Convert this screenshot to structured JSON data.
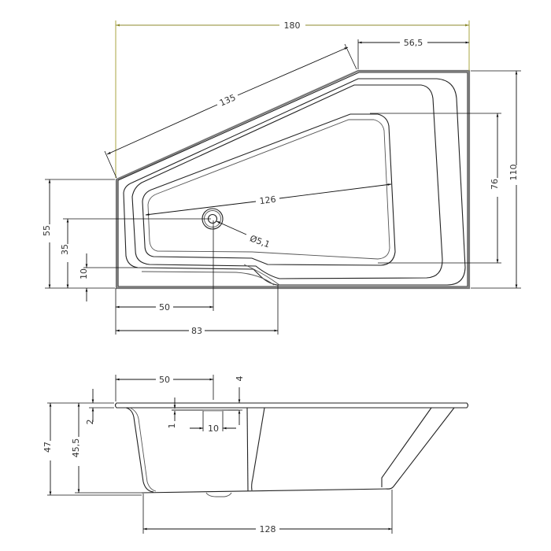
{
  "drawing": {
    "title": "Corner bathtub dimensional drawing",
    "colors": {
      "line": "#222222",
      "dimension": "#111111",
      "overall_dimension": "#8c8a2e",
      "background": "#ffffff"
    }
  },
  "top_view": {
    "overall_length": "180",
    "short_top_edge": "56,5",
    "angled_edge": "135",
    "overall_width": "110",
    "inner_width": "76",
    "inner_diagonal": "126",
    "drain_diameter": "Ø5,1",
    "left_edge_height": "55",
    "drain_offset_y": "35",
    "step_height": "10",
    "drain_offset_x": "50",
    "step_length": "83"
  },
  "side_view": {
    "drain_offset_x": "50",
    "overflow_depth": "4",
    "rim_thickness": "2",
    "overall_height": "47",
    "inner_depth": "45,5",
    "slot_thickness": "1",
    "slot_length": "10",
    "bottom_length": "128"
  }
}
